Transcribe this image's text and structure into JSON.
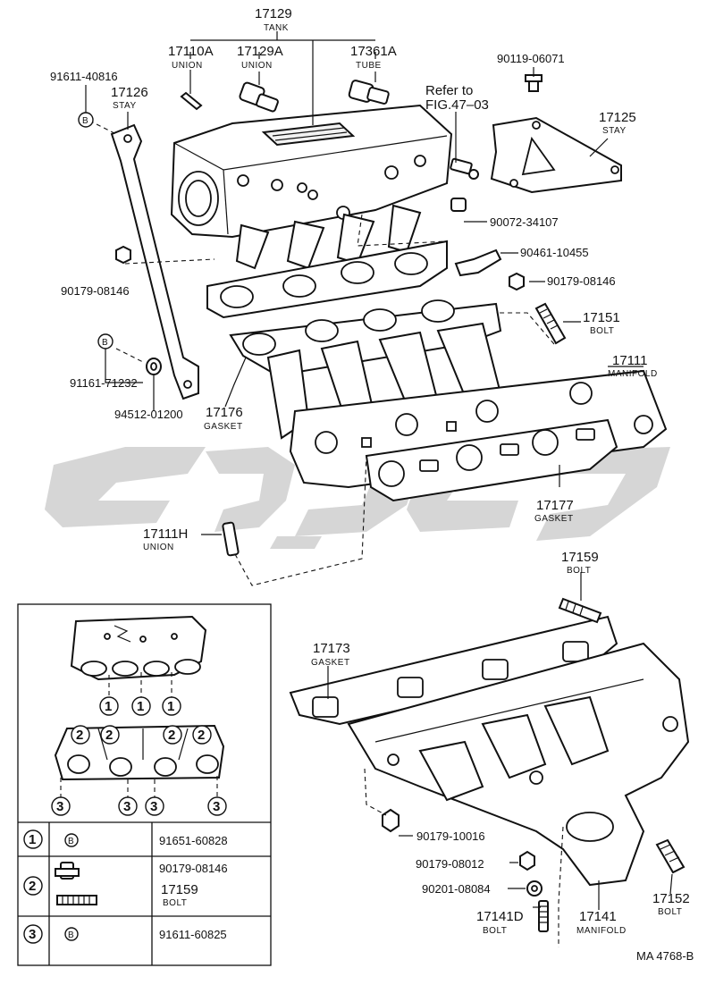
{
  "callouts": {
    "c17129": {
      "num": "17129",
      "name": "TANK"
    },
    "c17110A": {
      "num": "17110A",
      "name": "UNION"
    },
    "c17129A": {
      "num": "17129A",
      "name": "UNION"
    },
    "c17361A": {
      "num": "17361A",
      "name": "TUBE"
    },
    "c91611_40816": {
      "num": "91611-40816"
    },
    "c17126": {
      "num": "17126",
      "name": "STAY"
    },
    "c90119_06071": {
      "num": "90119-06071"
    },
    "c_refer": {
      "line1": "Refer to",
      "line2": "FIG.47–03"
    },
    "c17125": {
      "num": "17125",
      "name": "STAY"
    },
    "c90072_34107": {
      "num": "90072-34107"
    },
    "c90461_10455": {
      "num": "90461-10455"
    },
    "c90179_08146_a": {
      "num": "90179-08146"
    },
    "c90179_08146_b": {
      "num": "90179-08146"
    },
    "c17151": {
      "num": "17151",
      "name": "BOLT"
    },
    "c17111": {
      "num": "17111",
      "name": "MANIFOLD"
    },
    "c91161_71232": {
      "num": "91161-71232"
    },
    "c94512_01200": {
      "num": "94512-01200"
    },
    "c17176": {
      "num": "17176",
      "name": "GASKET"
    },
    "c17177": {
      "num": "17177",
      "name": "GASKET"
    },
    "c17111H": {
      "num": "17111H",
      "name": "UNION"
    },
    "c17159": {
      "num": "17159",
      "name": "BOLT"
    },
    "c17173": {
      "num": "17173",
      "name": "GASKET"
    },
    "c90179_10016": {
      "num": "90179-10016"
    },
    "c90179_08012": {
      "num": "90179-08012"
    },
    "c90201_08084": {
      "num": "90201-08084"
    },
    "c17141D": {
      "num": "17141D",
      "name": "BOLT"
    },
    "c17141": {
      "num": "17141",
      "name": "MANIFOLD"
    },
    "c17152": {
      "num": "17152",
      "name": "BOLT"
    }
  },
  "markers": {
    "b": "B",
    "one": "1",
    "two": "2",
    "three": "3"
  },
  "legend": {
    "rows": [
      {
        "marker": "1",
        "symbol": "B",
        "part": "91651-60828"
      },
      {
        "marker": "2",
        "part": "90179-08146",
        "part2": "17159",
        "part2_name": "BOLT"
      },
      {
        "marker": "3",
        "symbol": "B",
        "part": "91611-60825"
      }
    ]
  },
  "figure_code": "MA 4768-B",
  "icons": [
    "bolt-icon",
    "nut-icon",
    "stud-icon",
    "washer-icon"
  ]
}
